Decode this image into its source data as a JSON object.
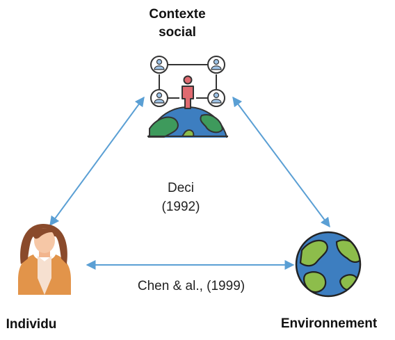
{
  "nodes": {
    "context": {
      "label_line1": "Contexte",
      "label_line2": "social"
    },
    "individu": {
      "label": "Individu"
    },
    "environment": {
      "label": "Environnement"
    }
  },
  "edges": {
    "deci": {
      "line1": "Deci",
      "line2": "(1992)"
    },
    "chen": {
      "label": "Chen & al., (1999)"
    }
  },
  "colors": {
    "arrow": "#5a9fd4",
    "globe_ocean": "#3d7ec0",
    "globe_land": "#3e9a5c",
    "globe_land_light": "#8dbd4b",
    "person_red": "#e06a70",
    "person_skin": "#f6c7a6",
    "hair": "#8a4a2b",
    "jacket": "#e2944a",
    "outline": "#333333"
  },
  "icons": [
    "social-network-icon",
    "woman-avatar-icon",
    "globe-icon"
  ]
}
